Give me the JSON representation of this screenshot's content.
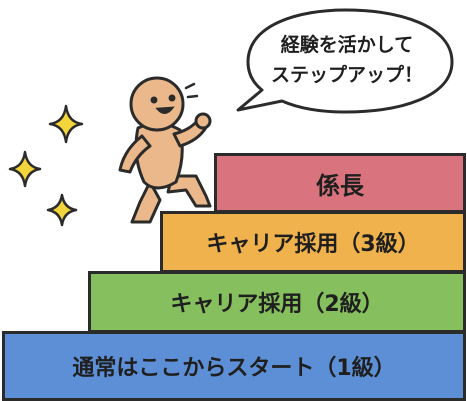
{
  "speech_bubble": {
    "line1": "経験を活かして",
    "line2": "ステップアップ！"
  },
  "steps": [
    {
      "label": "通常はここからスタート（1級）",
      "color": "#5c8fd6"
    },
    {
      "label": "キャリア採用（2級）",
      "color": "#86bf5e"
    },
    {
      "label": "キャリア採用（3級）",
      "color": "#efb24c"
    },
    {
      "label": "係長",
      "color": "#d9747e"
    }
  ],
  "icons": {
    "person": "climbing-person-icon",
    "sparkles": "sparkle-icon"
  },
  "colors": {
    "skin": "#eab88a",
    "outline": "#2b2b2b",
    "sparkle": "#f3d43a"
  }
}
